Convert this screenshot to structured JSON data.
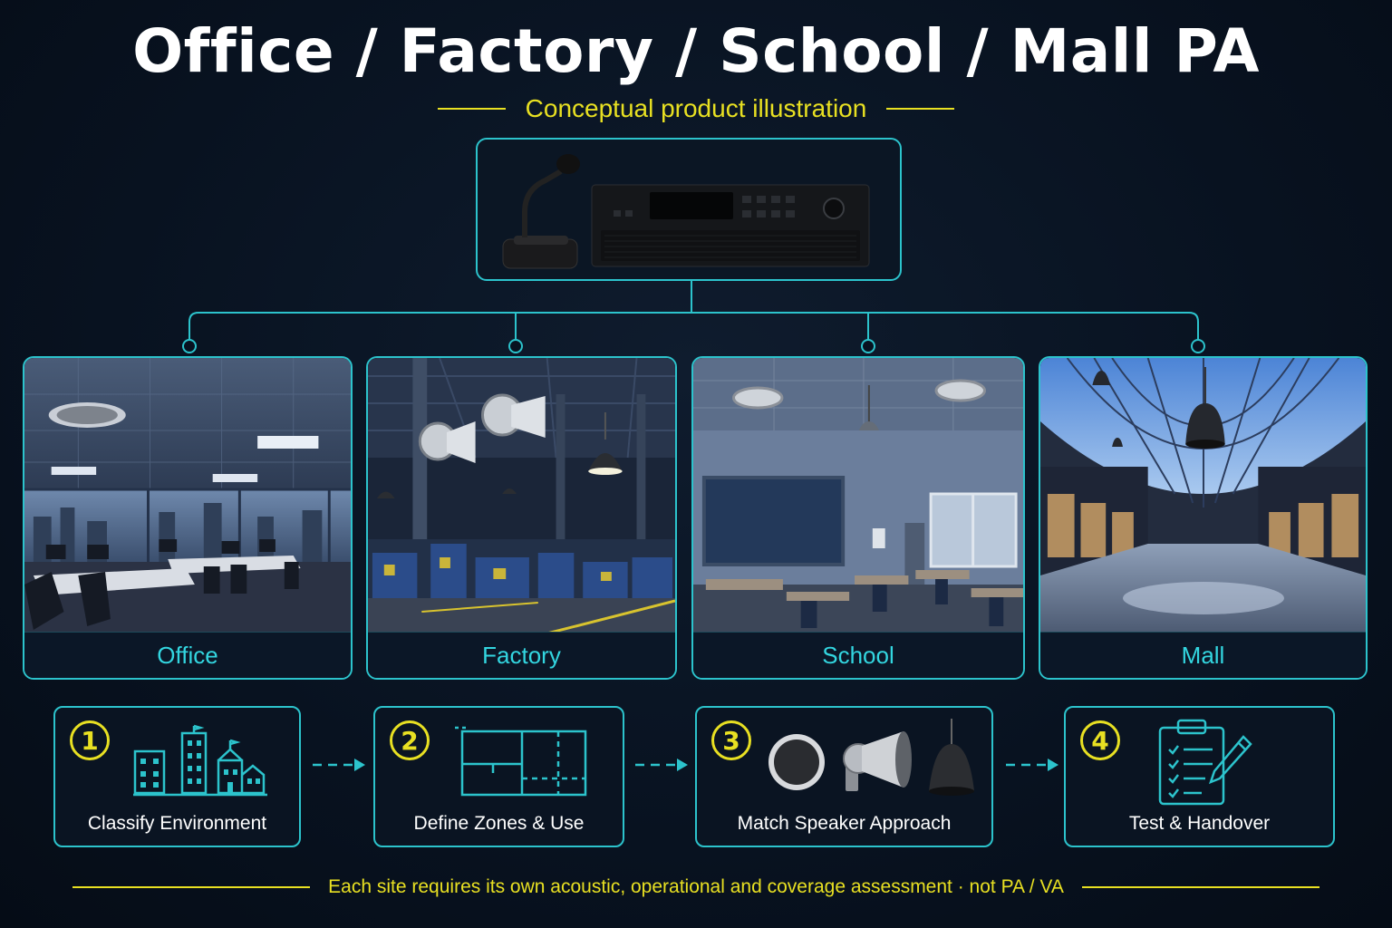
{
  "title": "Office / Factory / School / Mall PA",
  "subtitle": "Conceptual product illustration",
  "scenes": [
    {
      "label": "Office"
    },
    {
      "label": "Factory"
    },
    {
      "label": "School"
    },
    {
      "label": "Mall"
    }
  ],
  "steps": [
    {
      "number": "1",
      "label": "Classify Environment",
      "icon": "buildings-icon"
    },
    {
      "number": "2",
      "label": "Define Zones & Use",
      "icon": "floorplan-icon"
    },
    {
      "number": "3",
      "label": "Match Speaker Approach",
      "icon": "speakers-icon"
    },
    {
      "number": "4",
      "label": "Test & Handover",
      "icon": "clipboard-checklist-icon"
    }
  ],
  "footer": "Each site requires its own acoustic, operational and coverage assessment · not PA / VA",
  "colors": {
    "accent": "#2cc3cc",
    "highlight": "#e8e022",
    "background": "#081220"
  }
}
